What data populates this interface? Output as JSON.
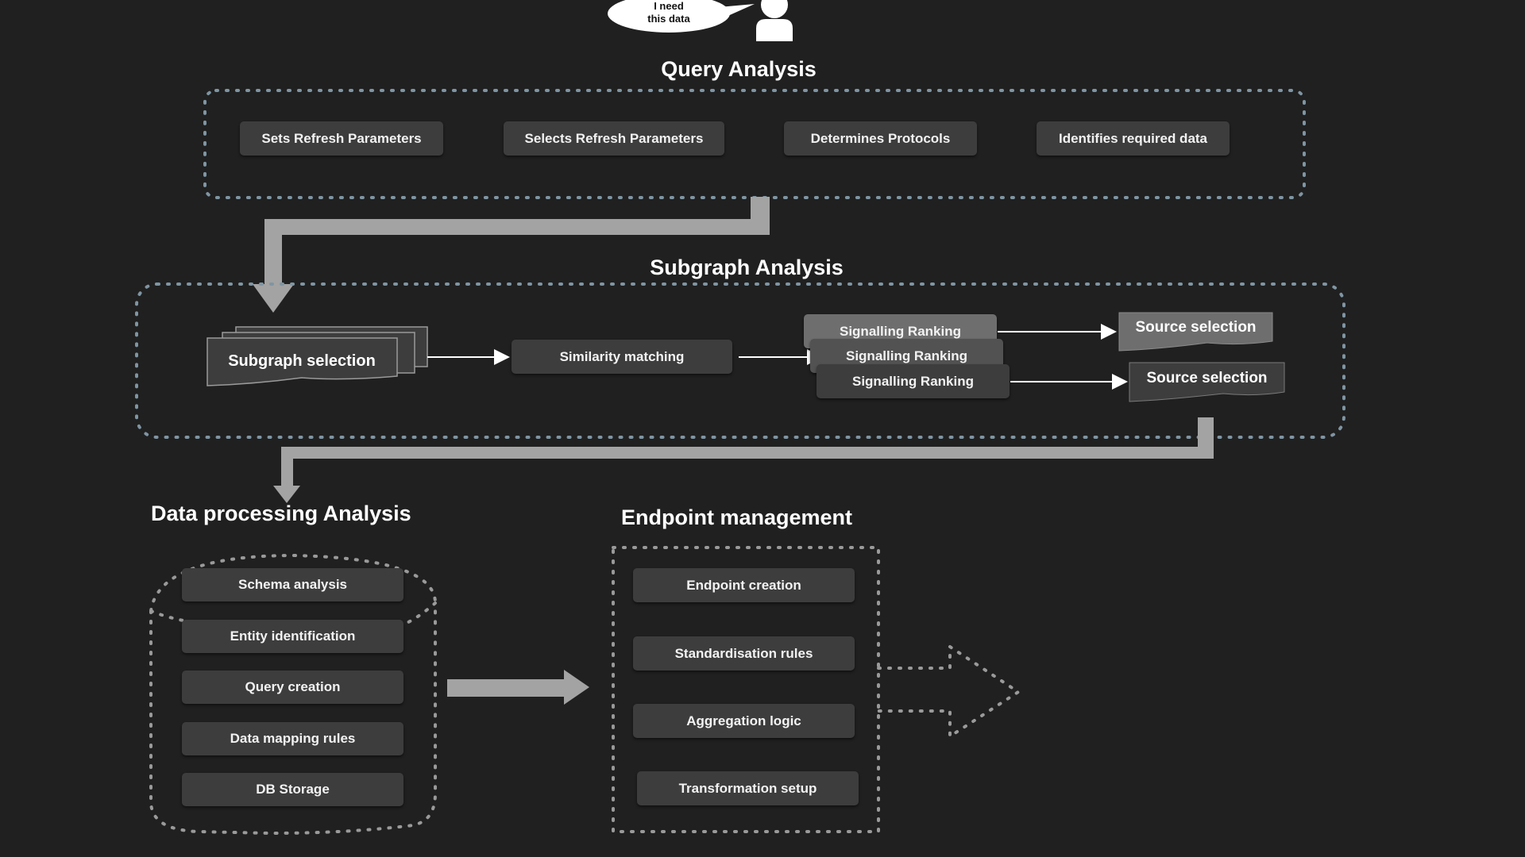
{
  "user": {
    "speech": [
      "I need",
      "this data"
    ]
  },
  "query_analysis": {
    "title": "Query Analysis",
    "steps": [
      "Sets Refresh Parameters",
      "Selects Refresh Parameters",
      "Determines Protocols",
      "Identifies required data"
    ]
  },
  "subgraph_analysis": {
    "title": "Subgraph Analysis",
    "subgraph_selection": "Subgraph selection",
    "similarity_matching": "Similarity matching",
    "signalling_ranking": [
      "Signalling Ranking",
      "Signalling Ranking",
      "Signalling Ranking"
    ],
    "source_selection": [
      "Source selection",
      "Source selection"
    ]
  },
  "data_processing": {
    "title": "Data processing Analysis",
    "steps": [
      "Schema analysis",
      "Entity identification",
      "Query creation",
      "Data mapping rules",
      "DB Storage"
    ]
  },
  "endpoint_management": {
    "title": "Endpoint management",
    "steps": [
      "Endpoint creation",
      "Standardisation rules",
      "Aggregation logic",
      "Transformation setup"
    ]
  },
  "colors": {
    "background": "#202020",
    "box": "#3d3d3d",
    "box_light": "#6e6e6e",
    "connector": "#a3a3a3",
    "dotted_blue": "#7f95a3",
    "dotted_grey": "#9a9a9a"
  }
}
